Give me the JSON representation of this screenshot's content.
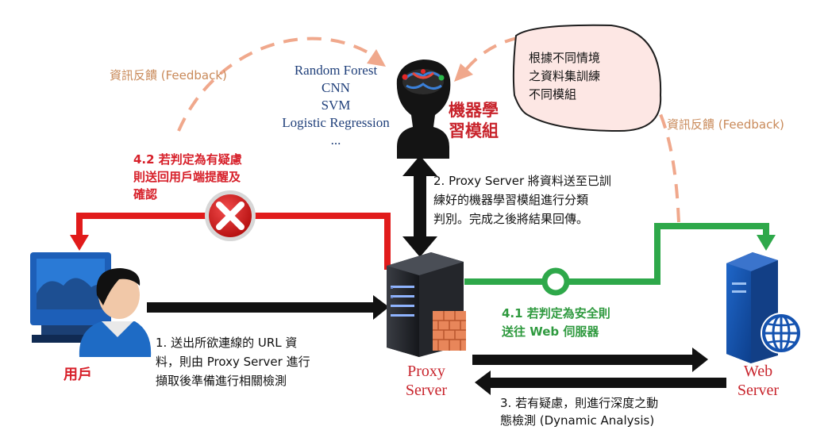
{
  "colors": {
    "red_path": "#e11b1b",
    "green_path": "#2ea84a",
    "black_path": "#111111",
    "feedback_dash": "#f0a88c",
    "label_red": "#d7202a",
    "label_green": "#2f9a3f",
    "feedback_text": "#c98a5a",
    "model_list": "#1f3f7a"
  },
  "labels": {
    "feedback_left": "資訊反饋 (Feedback)",
    "feedback_right": "資訊反饋 (Feedback)",
    "models": [
      "Random Forest",
      "CNN",
      "SVM",
      "Logistic Regression",
      "..."
    ],
    "ml_module": "機器學\n習模組",
    "speech_bubble": "根據不同情境\n之資料集訓練\n不同模組",
    "step2": "2. Proxy Server 將資料送至已訓\n練好的機器學習模組進行分類\n判別。完成之後將結果回傳。",
    "step42": "4.2 若判定為有疑慮\n則送回用戶端提醒及\n確認",
    "step41": "4.1 若判定為安全則\n送往 Web 伺服器",
    "step1": "1. 送出所欲連線的 URL 資\n料，則由 Proxy Server 進行\n擷取後準備進行相關檢測",
    "step3": "3. 若有疑慮，則進行深度之動\n態檢測 (Dynamic Analysis)",
    "user": "用戶",
    "proxy": "Proxy\nServer",
    "web": "Web\nServer"
  },
  "icons": {
    "user": "user-at-computer-icon",
    "proxy": "proxy-server-with-firewall-icon",
    "web": "web-server-globe-icon",
    "brain": "ai-head-brain-icon",
    "block": "red-x-block-icon",
    "pass": "green-ring-pass-icon"
  }
}
